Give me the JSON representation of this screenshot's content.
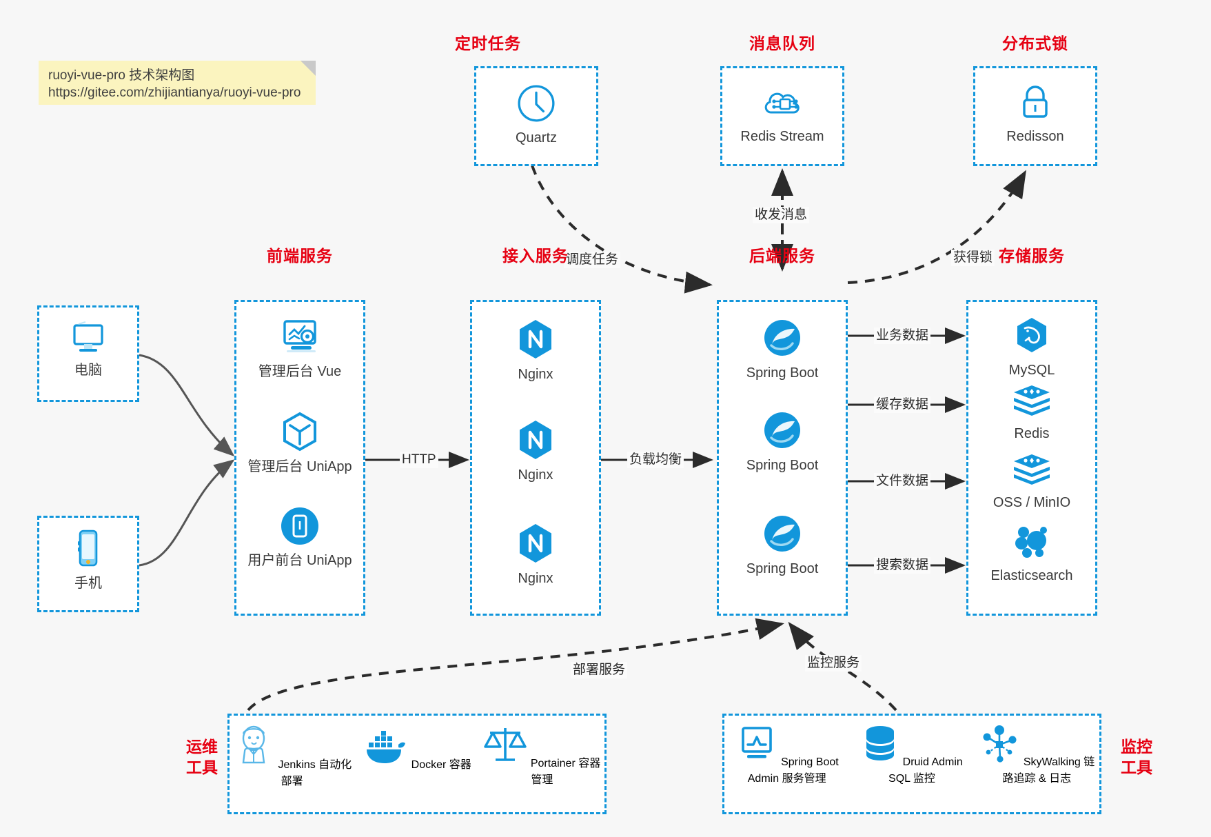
{
  "note": {
    "line1": "ruoyi-vue-pro 技术架构图",
    "line2": "https://gitee.com/zhijiantianya/ruoyi-vue-pro"
  },
  "groups": {
    "scheduler": {
      "title": "定时任务",
      "nodes": [
        {
          "label": "Quartz",
          "icon": "clock-icon"
        }
      ]
    },
    "mq": {
      "title": "消息队列",
      "nodes": [
        {
          "label": "Redis Stream",
          "icon": "cloud-network-icon"
        }
      ]
    },
    "lock": {
      "title": "分布式锁",
      "nodes": [
        {
          "label": "Redisson",
          "icon": "lock-icon"
        }
      ]
    },
    "clients": {
      "nodes": [
        {
          "label": "电脑",
          "icon": "desktop-icon"
        },
        {
          "label": "手机",
          "icon": "mobile-phone-icon"
        }
      ]
    },
    "frontend": {
      "title": "前端服务",
      "nodes": [
        {
          "label": "管理后台 Vue",
          "icon": "dashboard-settings-icon"
        },
        {
          "label": "管理后台 UniApp",
          "icon": "uniapp-cube-icon"
        },
        {
          "label": "用户前台 UniApp",
          "icon": "mobile-app-icon"
        }
      ]
    },
    "gateway": {
      "title": "接入服务",
      "nodes": [
        {
          "label": "Nginx",
          "icon": "nginx-icon"
        },
        {
          "label": "Nginx",
          "icon": "nginx-icon"
        },
        {
          "label": "Nginx",
          "icon": "nginx-icon"
        }
      ]
    },
    "backend": {
      "title": "后端服务",
      "nodes": [
        {
          "label": "Spring Boot",
          "icon": "spring-boot-icon"
        },
        {
          "label": "Spring Boot",
          "icon": "spring-boot-icon"
        },
        {
          "label": "Spring Boot",
          "icon": "spring-boot-icon"
        }
      ]
    },
    "storage": {
      "title": "存储服务",
      "nodes": [
        {
          "label": "MySQL",
          "icon": "mysql-icon"
        },
        {
          "label": "Redis",
          "icon": "redis-icon"
        },
        {
          "label": "OSS / MinIO",
          "icon": "oss-minio-icon"
        },
        {
          "label": "Elasticsearch",
          "icon": "elasticsearch-icon"
        }
      ]
    },
    "devops": {
      "title": "运维\n工具",
      "title_l1": "运维",
      "title_l2": "工具",
      "nodes": [
        {
          "label": "Jenkins",
          "sub": "自动化部署",
          "icon": "jenkins-icon"
        },
        {
          "label": "Docker",
          "sub": "容器",
          "icon": "docker-icon"
        },
        {
          "label": "Portainer",
          "sub": "容器管理",
          "icon": "scales-icon"
        }
      ]
    },
    "monitoring": {
      "title_l1": "监控",
      "title_l2": "工具",
      "nodes": [
        {
          "label": "Spring Boot Admin",
          "sub": "服务管理",
          "icon": "monitor-chart-icon"
        },
        {
          "label": "Druid Admin",
          "sub": "SQL 监控",
          "icon": "database-icon"
        },
        {
          "label": "SkyWalking",
          "sub": "链路追踪 & 日志",
          "icon": "skywalking-icon"
        }
      ]
    }
  },
  "edges": {
    "http": "HTTP",
    "load_balance": "负载均衡",
    "schedule_task": "调度任务",
    "send_receive_msg": "收发消息",
    "acquire_lock": "获得锁",
    "business_data": "业务数据",
    "cache_data": "缓存数据",
    "file_data": "文件数据",
    "search_data": "搜索数据",
    "deploy_service": "部署服务",
    "monitor_service": "监控服务"
  },
  "colors": {
    "accent_blue": "#1296db",
    "title_red": "#e60012",
    "note_yellow": "#fbf4bf",
    "background": "#f7f7f7",
    "edge_dark": "#2b2b2b",
    "edge_gray": "#555555"
  }
}
